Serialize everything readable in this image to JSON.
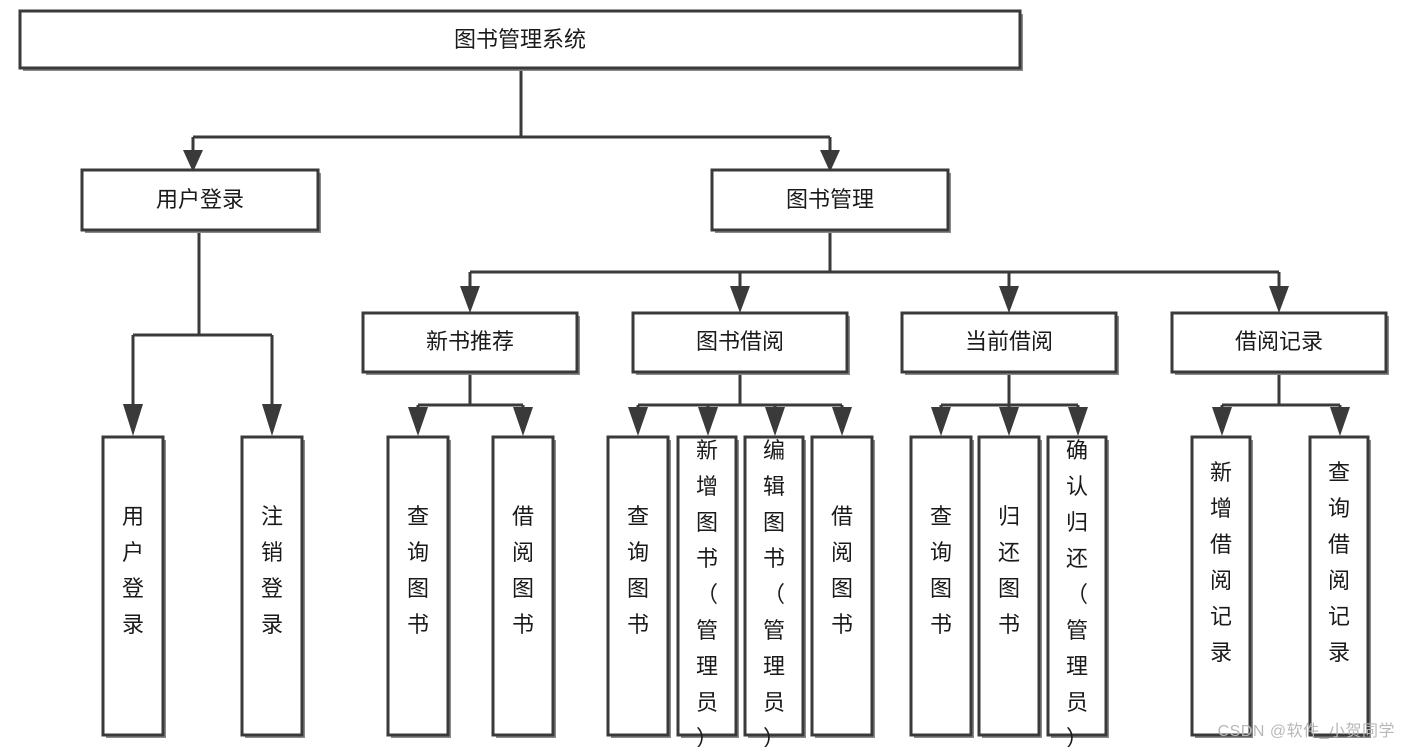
{
  "diagram": {
    "type": "tree-hierarchy",
    "title": "图书管理系统",
    "root": {
      "id": "root",
      "label": "图书管理系统"
    },
    "level2": [
      {
        "id": "user-login",
        "label": "用户登录"
      },
      {
        "id": "book-manage",
        "label": "图书管理"
      }
    ],
    "level3": [
      {
        "id": "new-book-rec",
        "label": "新书推荐",
        "parent": "book-manage"
      },
      {
        "id": "book-borrow",
        "label": "图书借阅",
        "parent": "book-manage"
      },
      {
        "id": "current-borrow",
        "label": "当前借阅",
        "parent": "book-manage"
      },
      {
        "id": "borrow-record",
        "label": "借阅记录",
        "parent": "book-manage"
      }
    ],
    "leaves": {
      "user-login": [
        {
          "id": "leaf-user-login",
          "label": "用户登录"
        },
        {
          "id": "leaf-user-logout",
          "label": "注销登录"
        }
      ],
      "new-book-rec": [
        {
          "id": "leaf-query-book-1",
          "label": "查询图书"
        },
        {
          "id": "leaf-borrow-book-1",
          "label": "借阅图书"
        }
      ],
      "book-borrow": [
        {
          "id": "leaf-query-book-2",
          "label": "查询图书"
        },
        {
          "id": "leaf-add-book",
          "label": "新增图书（管理员）"
        },
        {
          "id": "leaf-edit-book",
          "label": "编辑图书（管理员）"
        },
        {
          "id": "leaf-borrow-book-2",
          "label": "借阅图书"
        }
      ],
      "current-borrow": [
        {
          "id": "leaf-query-book-3",
          "label": "查询图书"
        },
        {
          "id": "leaf-return-book",
          "label": "归还图书"
        },
        {
          "id": "leaf-confirm-return",
          "label": "确认归还（管理员）"
        }
      ],
      "borrow-record": [
        {
          "id": "leaf-add-record",
          "label": "新增借阅记录"
        },
        {
          "id": "leaf-query-record",
          "label": "查询借阅记录"
        }
      ]
    },
    "colors": {
      "stroke": "#3a3a3a",
      "fill": "#ffffff",
      "text": "#1a1a1a",
      "watermark": "#b8b8b8"
    }
  },
  "watermark": {
    "text": "CSDN @软件_小贺同学"
  }
}
